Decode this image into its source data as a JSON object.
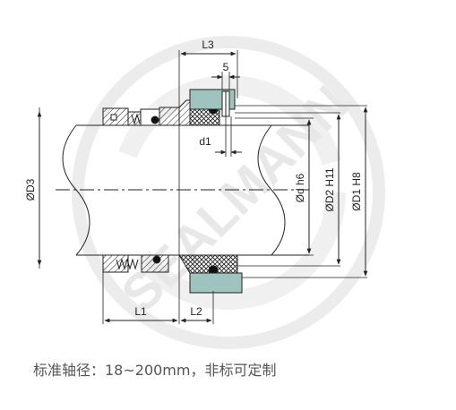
{
  "dimensions": {
    "L3": "L3",
    "five": "5",
    "d1": "d1",
    "D3": "ØD3",
    "d_h6": "Ød h6",
    "D2_H11": "ØD2 H11",
    "D1_H8": "ØD1 H8",
    "L1": "L1",
    "L2": "L2"
  },
  "caption": "标准轴径：18~200mm，非标可定制",
  "watermark": "SEALMANN",
  "colors": {
    "gland": "#9fc3bf",
    "line": "#222222",
    "watermark": "#e8e8e8"
  }
}
